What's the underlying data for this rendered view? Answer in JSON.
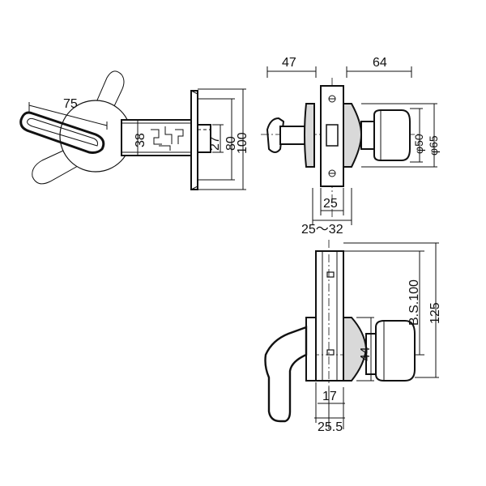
{
  "dimensions": {
    "lever_length": "75",
    "spindle_width": "38",
    "plate_width_27": "27",
    "plate_height_80": "80",
    "plate_height_100": "100",
    "offset_left": "47",
    "offset_right": "64",
    "rose_diameter_50": "φ50",
    "rose_diameter_65": "φ65",
    "bolt_width": "25",
    "door_thickness": "25〜32",
    "backset": "B.S.100",
    "total_backset": "125",
    "hub_width": "44",
    "latch_offset_17": "17",
    "latch_offset_25_5": "25.5"
  }
}
